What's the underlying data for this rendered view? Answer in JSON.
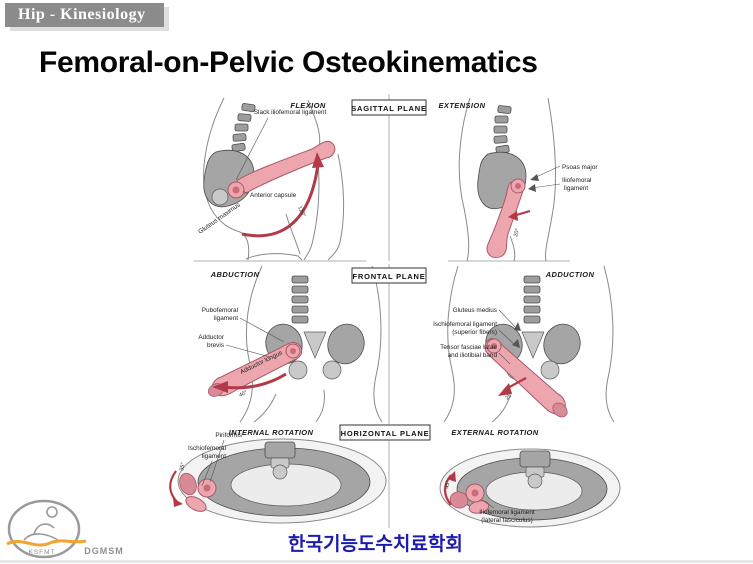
{
  "header": {
    "badge": "Hip - Kinesiology"
  },
  "title": "Femoral-on-Pelvic Osteokinematics",
  "figure": {
    "sagittal": {
      "plane": "SAGITTAL PLANE",
      "left_title": "FLEXION",
      "right_title": "EXTENSION",
      "labels": {
        "slack_iliofemoral": "Slack iliofemoral ligament",
        "anterior_capsule": "Anterior capsule",
        "gluteus_maximus": "Gluteus maximus",
        "flexion_angle": "120°",
        "psoas_major": "Psoas major",
        "iliofemoral_line1": "Iliofemoral",
        "iliofemoral_line2": "ligament",
        "extension_angle": "20°"
      }
    },
    "frontal": {
      "plane": "FRONTAL PLANE",
      "left_title": "ABDUCTION",
      "right_title": "ADDUCTION",
      "labels": {
        "pubofemoral_line1": "Pubofemoral",
        "pubofemoral_line2": "ligament",
        "adductor_brevis_line1": "Adductor",
        "adductor_brevis_line2": "brevis",
        "adductor_longus": "Adductor longus",
        "abduction_angle": "40°",
        "gluteus_medius": "Gluteus medius",
        "ischiofemoral_line1": "Ischiofemoral ligament",
        "ischiofemoral_line2": "(superior fibers)",
        "tfl_line1": "Tensor fasciae latae",
        "tfl_line2": "and iliotibial band",
        "adduction_angle": "25°"
      }
    },
    "horizontal": {
      "plane": "HORIZONTAL PLANE",
      "left_title": "INTERNAL ROTATION",
      "right_title": "EXTERNAL ROTATION",
      "labels": {
        "piriformis": "Piriformis",
        "ischiofemoral_line1": "Ischiofemoral",
        "ischiofemoral_line2": "ligament",
        "internal_angle": "35°",
        "iliofemoral_lat_line1": "Iliofemoral ligament",
        "iliofemoral_lat_line2": "(lateral fasciculus)",
        "external_angle": "45°"
      }
    }
  },
  "footer": {
    "org": "한국기능도수치료학회",
    "logo_ksfmt": "KSFMT",
    "logo_dgmsm": "DGMSM"
  },
  "colors": {
    "header_gray": "#8b8b8b",
    "femur_pink": "#eda6ae",
    "bone_gray": "#a5a5a5",
    "arrow_red": "#b23a48",
    "org_blue": "#1b1bb0",
    "logo_orange": "#f2a431"
  }
}
